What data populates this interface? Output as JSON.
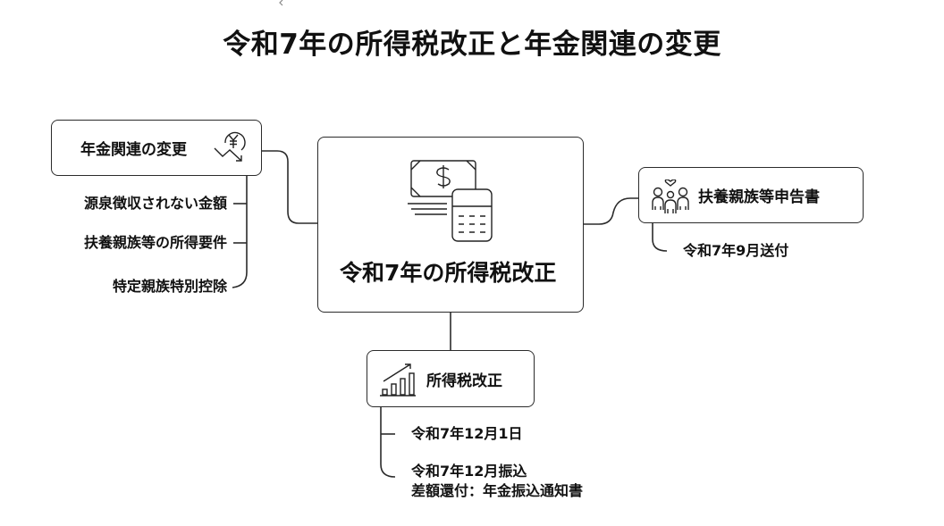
{
  "title": "令和7年の所得税改正と年金関連の変更",
  "center": {
    "label": "令和7年の所得税改正",
    "icon": "money-calculator-icon"
  },
  "nodes": {
    "pension": {
      "label": "年金関連の変更",
      "icon": "yen-down-trend-icon",
      "items": [
        "源泉徴収されない金額",
        "扶養親族等の所得要件",
        "特定親族特別控除"
      ]
    },
    "dependents": {
      "label": "扶養親族等申告書",
      "icon": "family-icon",
      "items": [
        "令和7年9月送付"
      ]
    },
    "income_tax": {
      "label": "所得税改正",
      "icon": "growth-chart-icon",
      "items": [
        "令和7年12月1日",
        "令和7年12月振込",
        "差額還付：年金振込通知書"
      ]
    }
  },
  "colors": {
    "line": "#2b2b2b",
    "text": "#111111",
    "background": "#ffffff"
  }
}
